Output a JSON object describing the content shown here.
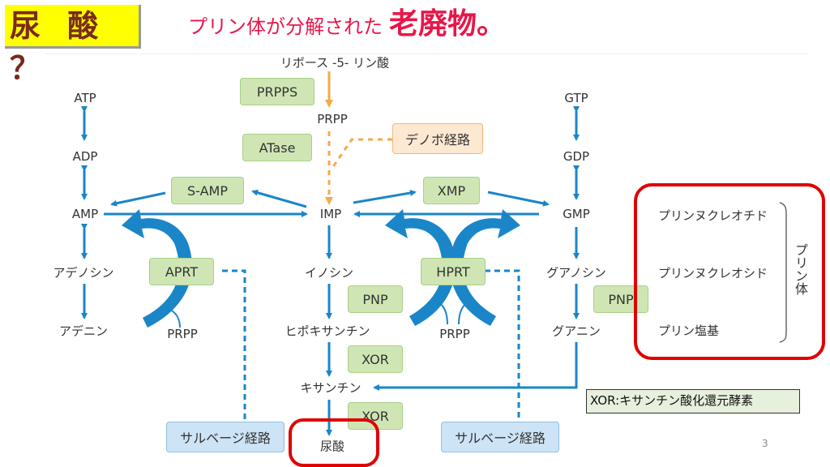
{
  "header": {
    "title": "尿 酸 ？",
    "subtitle": "プリン体が分解された",
    "subtitle_emphasis": "老廃物。"
  },
  "diagram": {
    "metabolites": {
      "ribose5p": "リボース -5- リン酸",
      "prpp_top": "PRPP",
      "atp": "ATP",
      "adp": "ADP",
      "amp": "AMP",
      "adenosine": "アデノシン",
      "adenine": "アデニン",
      "imp": "IMP",
      "inosine": "イノシン",
      "hypoxanthine": "ヒポキサンチン",
      "xanthine": "キサンチン",
      "uric_acid": "尿酸",
      "gtp": "GTP",
      "gdp": "GDP",
      "gmp": "GMP",
      "guanosine": "グアノシン",
      "guanine": "グアニン",
      "prpp_aprt": "PRPP",
      "prpp_hprt": "PRPP"
    },
    "enzymes": {
      "prpps": "PRPPS",
      "atase": "ATase",
      "s_amp": "S-AMP",
      "xmp": "XMP",
      "aprt": "APRT",
      "hprt": "HPRT",
      "pnp_center": "PNP",
      "pnp_right": "PNP",
      "xor_1": "XOR",
      "xor_2": "XOR"
    },
    "pathways": {
      "de_novo": "デノボ経路",
      "salvage_left": "サルベージ経路",
      "salvage_right": "サルベージ経路"
    },
    "purine_classes": {
      "items": [
        "プリンヌクレオチド",
        "プリンヌクレオシド",
        "プリン塩基"
      ],
      "group_label": "プリン体"
    },
    "legend": "XOR:キサンチン酸化還元酵素",
    "colors": {
      "flow_arrow": "#1a86c8",
      "de_novo_arrow": "#f5a94a",
      "enzyme_fill": "#cfe6b4",
      "highlight": "#e00000"
    }
  },
  "page_number": "3"
}
